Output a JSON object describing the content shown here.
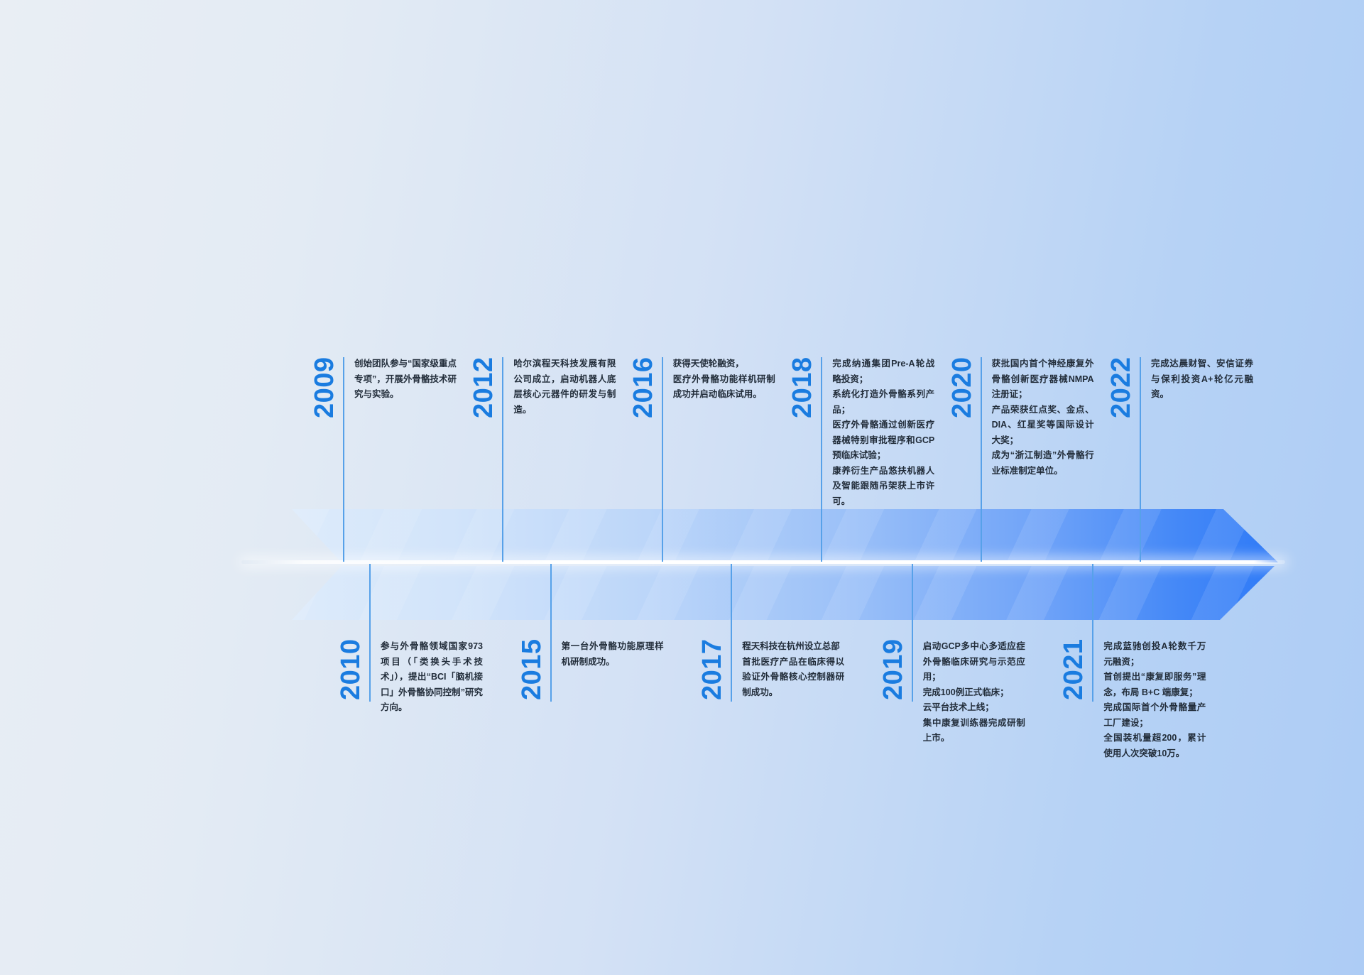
{
  "diagram_type": "timeline",
  "theme": {
    "year_color": "#1a7ce0",
    "tick_color": "#57a1e9",
    "text_color": "#222d3a",
    "divider_color": "#ffffff",
    "arrow_gradient_start": "#ddebfb",
    "arrow_gradient_end": "#2e7af7",
    "background_start": "#e9eef4",
    "background_end": "#adccf5"
  },
  "timeline": {
    "top_events": [
      {
        "year": "2009",
        "clauses": [
          "创始团队参与“国家级重点专项”，开展外骨骼技术研究与实验。"
        ]
      },
      {
        "year": "2012",
        "clauses": [
          "哈尔滨程天科技发展有限公司成立，启动机器人底层核心元器件的研发与制造。"
        ]
      },
      {
        "year": "2016",
        "clauses": [
          "获得天使轮融资，",
          "医疗外骨骼功能样机研制成功并启动临床试用。"
        ]
      },
      {
        "year": "2018",
        "clauses": [
          "完成纳通集团Pre-A轮战略投资；",
          "系统化打造外骨骼系列产品；",
          "医疗外骨骼通过创新医疗器械特别审批程序和GCP预临床试验；",
          "康养衍生产品悠扶机器人及智能跟随吊架获上市许可。"
        ]
      },
      {
        "year": "2020",
        "clauses": [
          "获批国内首个神经康复外骨骼创新医疗器械NMPA注册证；",
          "产品荣获红点奖、金点、DIA、红星奖等国际设计大奖；",
          "成为“浙江制造”外骨骼行业标准制定单位。"
        ]
      },
      {
        "year": "2022",
        "clauses": [
          "完成达晨财智、安信证券与保利投资A+轮亿元融资。"
        ]
      }
    ],
    "bottom_events": [
      {
        "year": "2010",
        "clauses": [
          "参与外骨骼领域国家973项目（「类换头手术技术」），提出“BCI「脑机接口」外骨骼协同控制”研究方向。"
        ]
      },
      {
        "year": "2015",
        "clauses": [
          "第一台外骨骼功能原理样机研制成功。"
        ]
      },
      {
        "year": "2017",
        "clauses": [
          "程天科技在杭州设立总部",
          "首批医疗产品在临床得以验证外骨骼核心控制器研制成功。"
        ]
      },
      {
        "year": "2019",
        "clauses": [
          "启动GCP多中心多适应症外骨骼临床研究与示范应用；",
          "完成100例正式临床；",
          "云平台技术上线；",
          "集中康复训练器完成研制上市。"
        ]
      },
      {
        "year": "2021",
        "clauses": [
          "完成蓝驰创投A轮数千万元融资；",
          "首创提出“康复即服务”理念，布局 B+C 端康复；",
          "完成国际首个外骨骼量产工厂建设；",
          "全国装机量超200，累计使用人次突破10万。"
        ]
      }
    ]
  }
}
